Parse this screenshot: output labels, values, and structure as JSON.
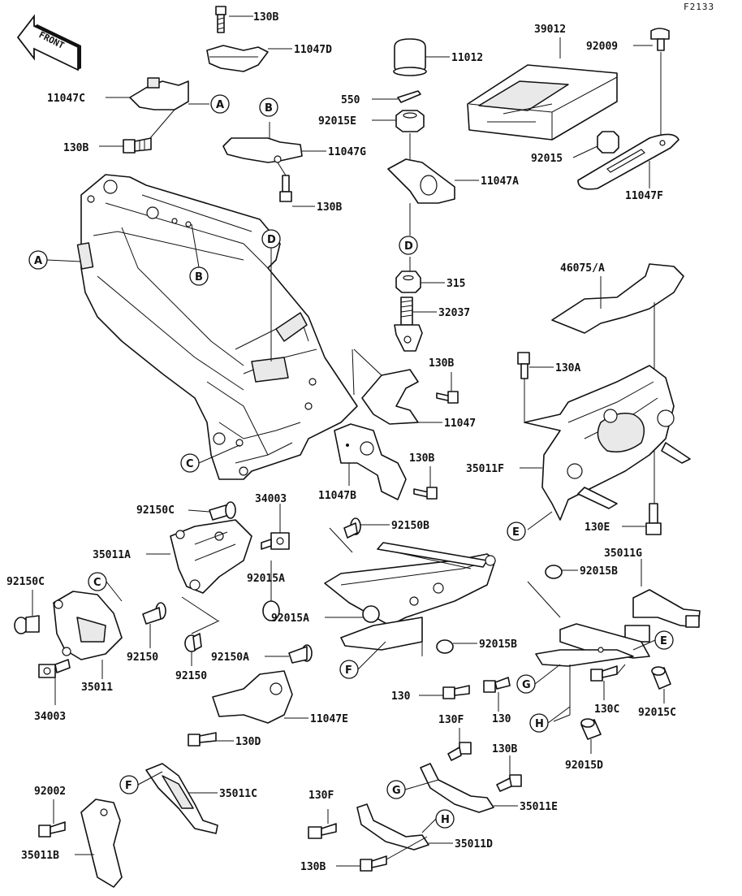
{
  "figure_code": "F2133",
  "front_badge": "FRONT",
  "part_labels": {
    "p130b_1": "130B",
    "p11047d": "11047D",
    "p11047c": "11047C",
    "p130b_2": "130B",
    "p11012": "11012",
    "p550": "550",
    "p92015e": "92015E",
    "p39012": "39012",
    "p92009": "92009",
    "p92015": "92015",
    "p11047f": "11047F",
    "p11047g": "11047G",
    "p130b_3": "130B",
    "p11047a": "11047A",
    "p315": "315",
    "p32037": "32037",
    "p46075a": "46075/A",
    "p130b_4": "130B",
    "p130a": "130A",
    "p11047": "11047",
    "p130b_5": "130B",
    "p35011f": "35011F",
    "p11047b": "11047B",
    "p130e": "130E",
    "p92150c_1": "92150C",
    "p34003_1": "34003",
    "p92150b": "92150B",
    "p35011a": "35011A",
    "p35011g": "35011G",
    "p92015b_1": "92015B",
    "p92150c_2": "92150C",
    "p92015a_1": "92015A",
    "p92015a_2": "92015A",
    "p92150": "92150",
    "p92015b_2": "92015B",
    "p92150a": "92150A",
    "p35011": "35011",
    "p92150_2": "92150",
    "p34003_2": "34003",
    "p11047e": "11047E",
    "p130d": "130D",
    "p130_1": "130",
    "p130_2": "130",
    "p130c": "130C",
    "p92015c": "92015C",
    "p130f_1": "130F",
    "p130b_6": "130B",
    "p92015d": "92015D",
    "p92002": "92002",
    "p35011c": "35011C",
    "p130f_2": "130F",
    "p35011e": "35011E",
    "p35011d": "35011D",
    "p35011b": "35011B",
    "p130b_7": "130B"
  },
  "callouts": {
    "a1": "A",
    "a2": "A",
    "b1": "B",
    "b2": "B",
    "c1": "C",
    "c2": "C",
    "d1": "D",
    "d2": "D",
    "e1": "E",
    "e2": "E",
    "f1": "F",
    "f2": "F",
    "g1": "G",
    "g2": "G",
    "h1": "H",
    "h2": "H"
  }
}
